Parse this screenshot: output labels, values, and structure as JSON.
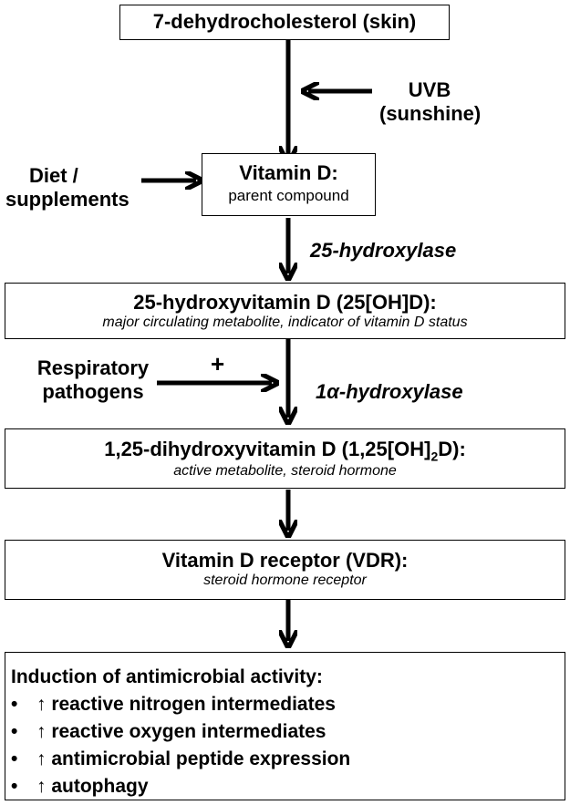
{
  "nodes": {
    "skin": {
      "title": "7-dehydrocholesterol (skin)"
    },
    "vitamin_d": {
      "title": "Vitamin D:",
      "subtitle": "parent compound"
    },
    "calcidiol": {
      "title": "25-hydroxyvitamin D (25[OH]D):",
      "subtitle": "major circulating metabolite, indicator of vitamin D status"
    },
    "calcitriol": {
      "title_prefix": "1,25-dihydroxyvitamin D (1,25[OH]",
      "title_sub": "2",
      "title_suffix": "D):",
      "subtitle": "active metabolite, steroid hormone"
    },
    "vdr": {
      "title": "Vitamin D receptor (VDR):",
      "subtitle": "steroid hormone receptor"
    },
    "induction": {
      "title": "Induction of antimicrobial activity:",
      "bullet": "•",
      "items": [
        "↑  reactive nitrogen intermediates",
        "↑  reactive oxygen intermediates",
        "↑  antimicrobial peptide expression",
        "↑  autophagy"
      ]
    }
  },
  "inputs": {
    "uvb": {
      "line1": "UVB",
      "line2": "(sunshine)"
    },
    "diet": {
      "line1": "Diet /",
      "line2": "supplements"
    },
    "pathogens": {
      "line1": "Respiratory",
      "line2": "pathogens",
      "sign": "+"
    }
  },
  "enzymes": {
    "hydroxylase25": "25-hydroxylase",
    "hydroxylase1a": "1α-hydroxylase"
  }
}
